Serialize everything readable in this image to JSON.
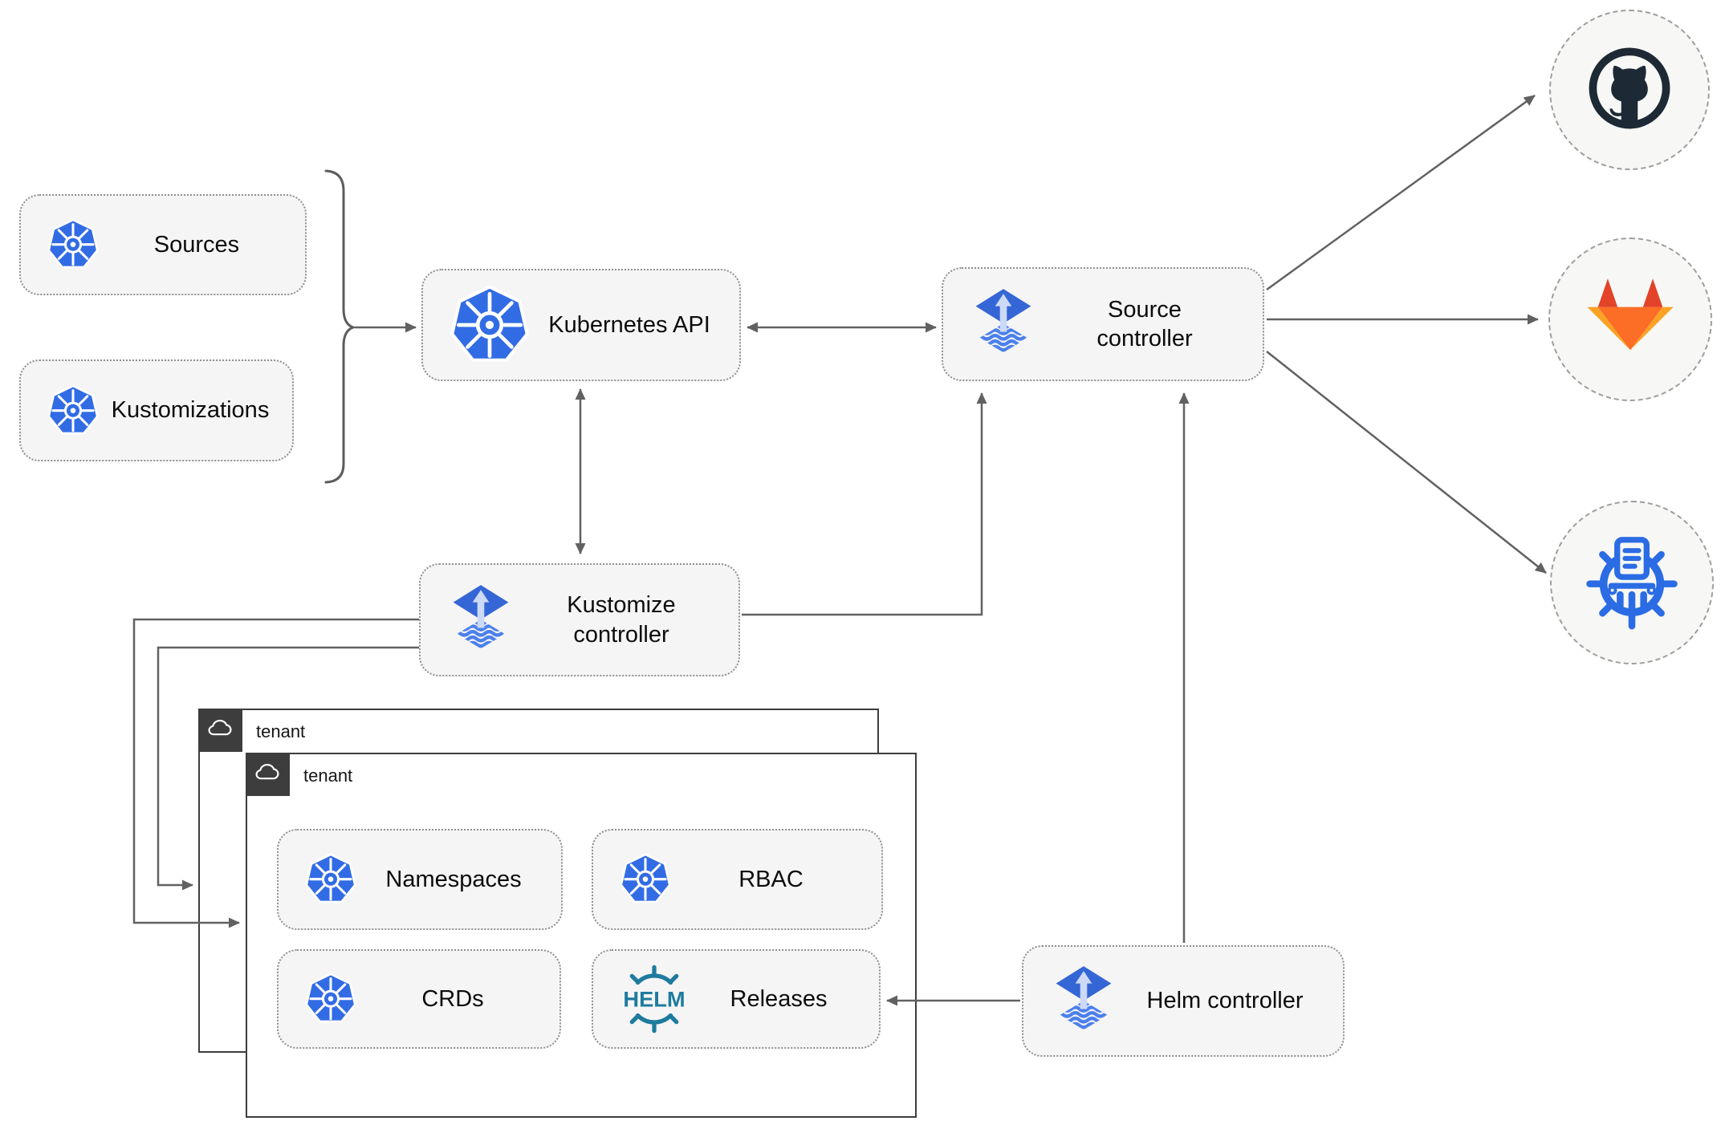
{
  "nodes": {
    "sources": {
      "label": "Sources",
      "icon": "kubernetes"
    },
    "kustomizations": {
      "label": "Kustomizations",
      "icon": "kubernetes"
    },
    "kubernetes_api": {
      "label": "Kubernetes API",
      "icon": "kubernetes"
    },
    "source_controller": {
      "label": "Source controller",
      "icon": "flux"
    },
    "kustomize_controller": {
      "label": "Kustomize controller",
      "icon": "flux"
    },
    "helm_controller": {
      "label": "Helm controller",
      "icon": "flux"
    },
    "namespaces": {
      "label": "Namespaces",
      "icon": "kubernetes"
    },
    "rbac": {
      "label": "RBAC",
      "icon": "kubernetes"
    },
    "crds": {
      "label": "CRDs",
      "icon": "kubernetes"
    },
    "releases": {
      "label": "Releases",
      "icon": "helm"
    }
  },
  "tenants": {
    "back": {
      "label": "tenant"
    },
    "front": {
      "label": "tenant"
    }
  },
  "external_systems": [
    {
      "name": "GitHub",
      "icon": "github-logo"
    },
    {
      "name": "GitLab",
      "icon": "gitlab-logo"
    },
    {
      "name": "ChartMuseum",
      "icon": "chartmuseum-logo"
    }
  ],
  "helm_logo_text": "HELM",
  "colors": {
    "kubernetes_blue": "#326ce5",
    "flux_blue": "#3566d6",
    "flux_wave_blue": "#4b80ec",
    "flux_arrow_light": "#ccdaf7",
    "helm_teal": "#1e7b9e",
    "github_dark": "#1d2935",
    "gitlab_red": "#e24329",
    "gitlab_orange": "#fc6d26",
    "gitlab_yellow": "#fca326",
    "chartmuseum_blue": "#2b6ce5",
    "connector_gray": "#616161",
    "node_fill": "#f5f5f5",
    "node_border": "#909090",
    "tenant_dark": "#3d3d3d"
  }
}
